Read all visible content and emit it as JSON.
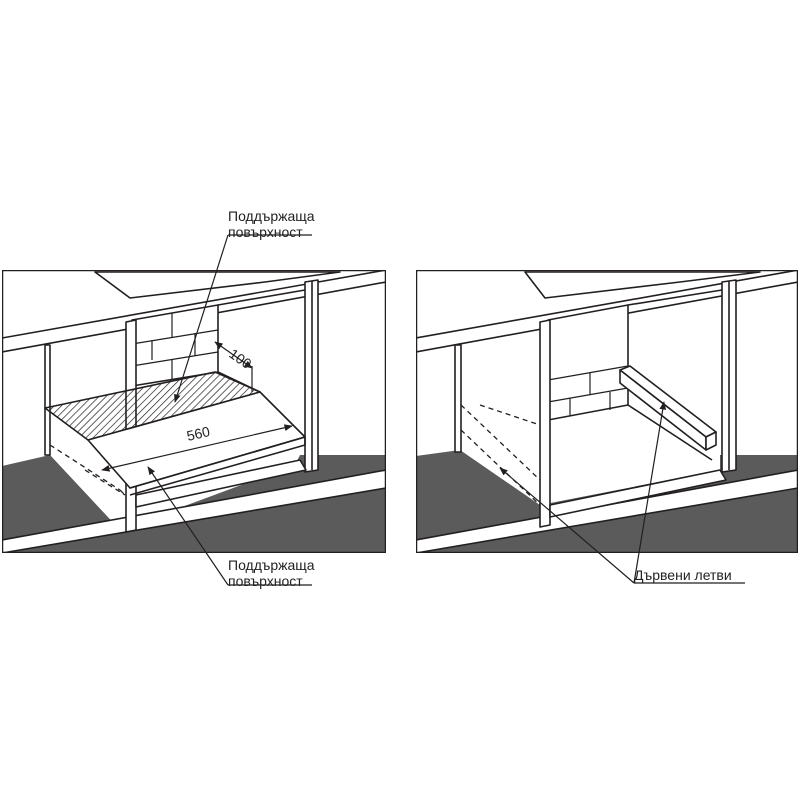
{
  "left_panel": {
    "top_callout": [
      "Поддържаща",
      "повърхност"
    ],
    "bottom_callout": [
      "Поддържаща",
      "повърхност"
    ],
    "depth_dimension": "100",
    "width_dimension": "560"
  },
  "right_panel": {
    "callout": "Дървени летви"
  },
  "colors": {
    "floor": "#5b5b5b",
    "line": "#231f20",
    "background": "#ffffff"
  }
}
